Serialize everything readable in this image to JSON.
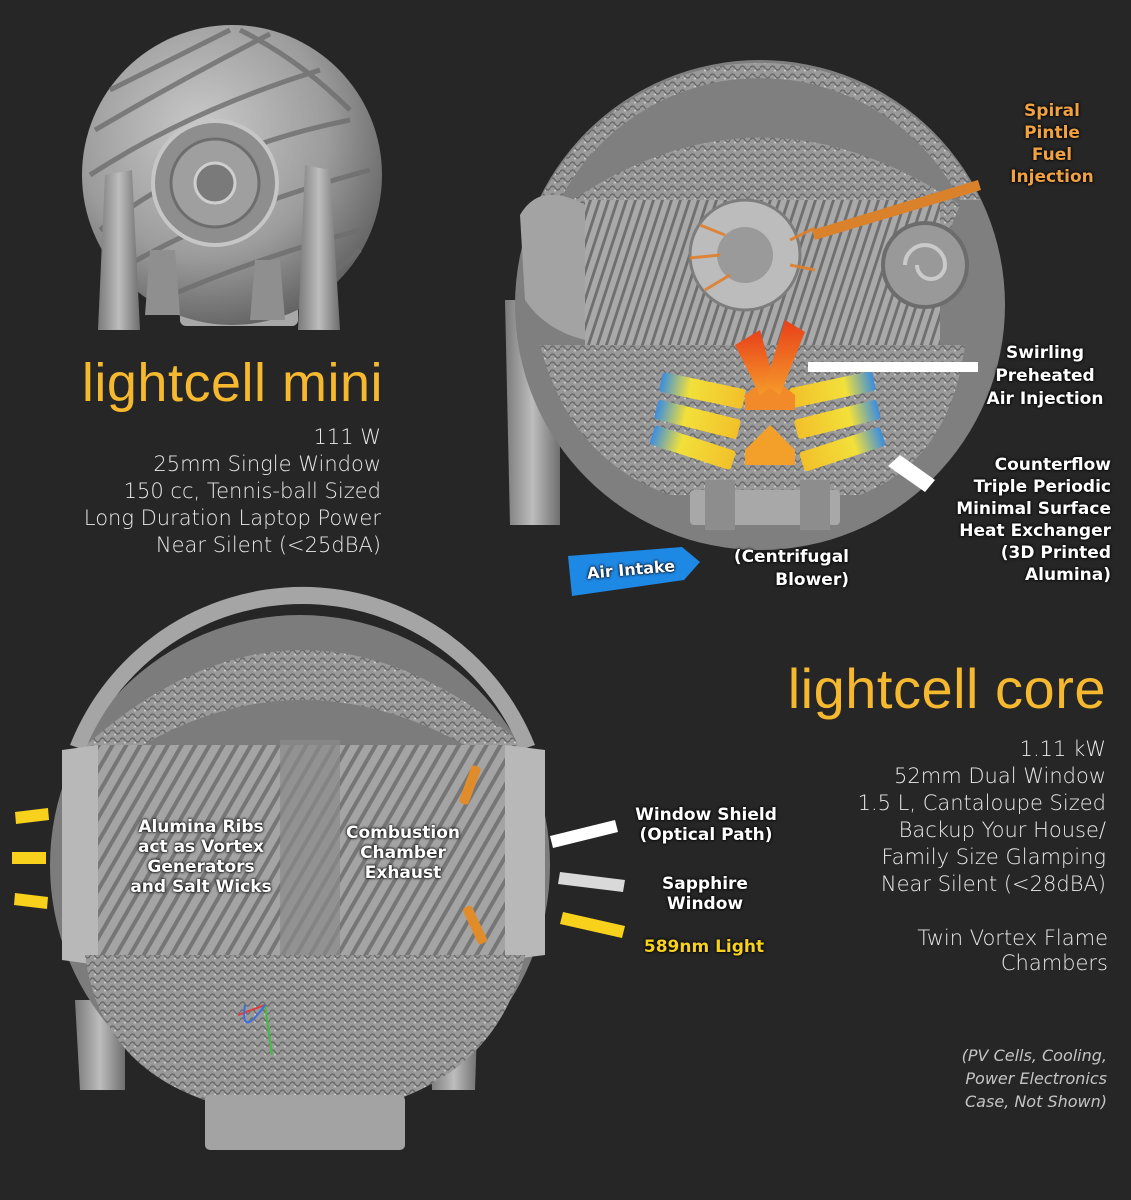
{
  "mini": {
    "title": "lightcell mini",
    "specs": [
      "111 W",
      "25mm Single Window",
      "150 cc, Tennis-ball Sized",
      "Long Duration Laptop Power",
      "Near Silent (<25dBA)"
    ]
  },
  "core": {
    "title": "lightcell core",
    "specs": [
      "1.11 kW",
      "52mm Dual Window",
      "1.5 L, Cantaloupe Sized",
      "Backup Your House/",
      "Family Size Glamping",
      "Near Silent (<28dBA)"
    ],
    "extra": [
      "Twin Vortex Flame",
      "Chambers"
    ],
    "note": [
      "(PV Cells, Cooling,",
      "Power Electronics",
      "Case, Not Shown)"
    ]
  },
  "callouts_top": {
    "fuel": [
      "Spiral",
      "Pintle",
      "Fuel",
      "Injection"
    ],
    "air_injection": [
      "Swirling",
      "Preheated",
      "Air Injection"
    ],
    "heat_exchanger": [
      "Counterflow",
      "Triple Periodic",
      "Minimal Surface",
      "Heat Exchanger",
      "(3D Printed",
      "Alumina)"
    ],
    "air_intake": "Air Intake",
    "blower": [
      "(Centrifugal",
      "Blower)"
    ]
  },
  "callouts_bottom": {
    "ribs": [
      "Alumina Ribs",
      "act as Vortex",
      "Generators",
      "and Salt Wicks"
    ],
    "exhaust": [
      "Combustion",
      "Chamber",
      "Exhaust"
    ],
    "shield": [
      "Window Shield",
      "(Optical Path)"
    ],
    "sapphire": [
      "Sapphire",
      "Window"
    ],
    "light": "589nm Light"
  },
  "colors": {
    "background": "#262626",
    "title": "#f5b82e",
    "fuel_label": "#f0a243",
    "light_label": "#f7d11c",
    "intake_arrow": "#1e88e5"
  }
}
